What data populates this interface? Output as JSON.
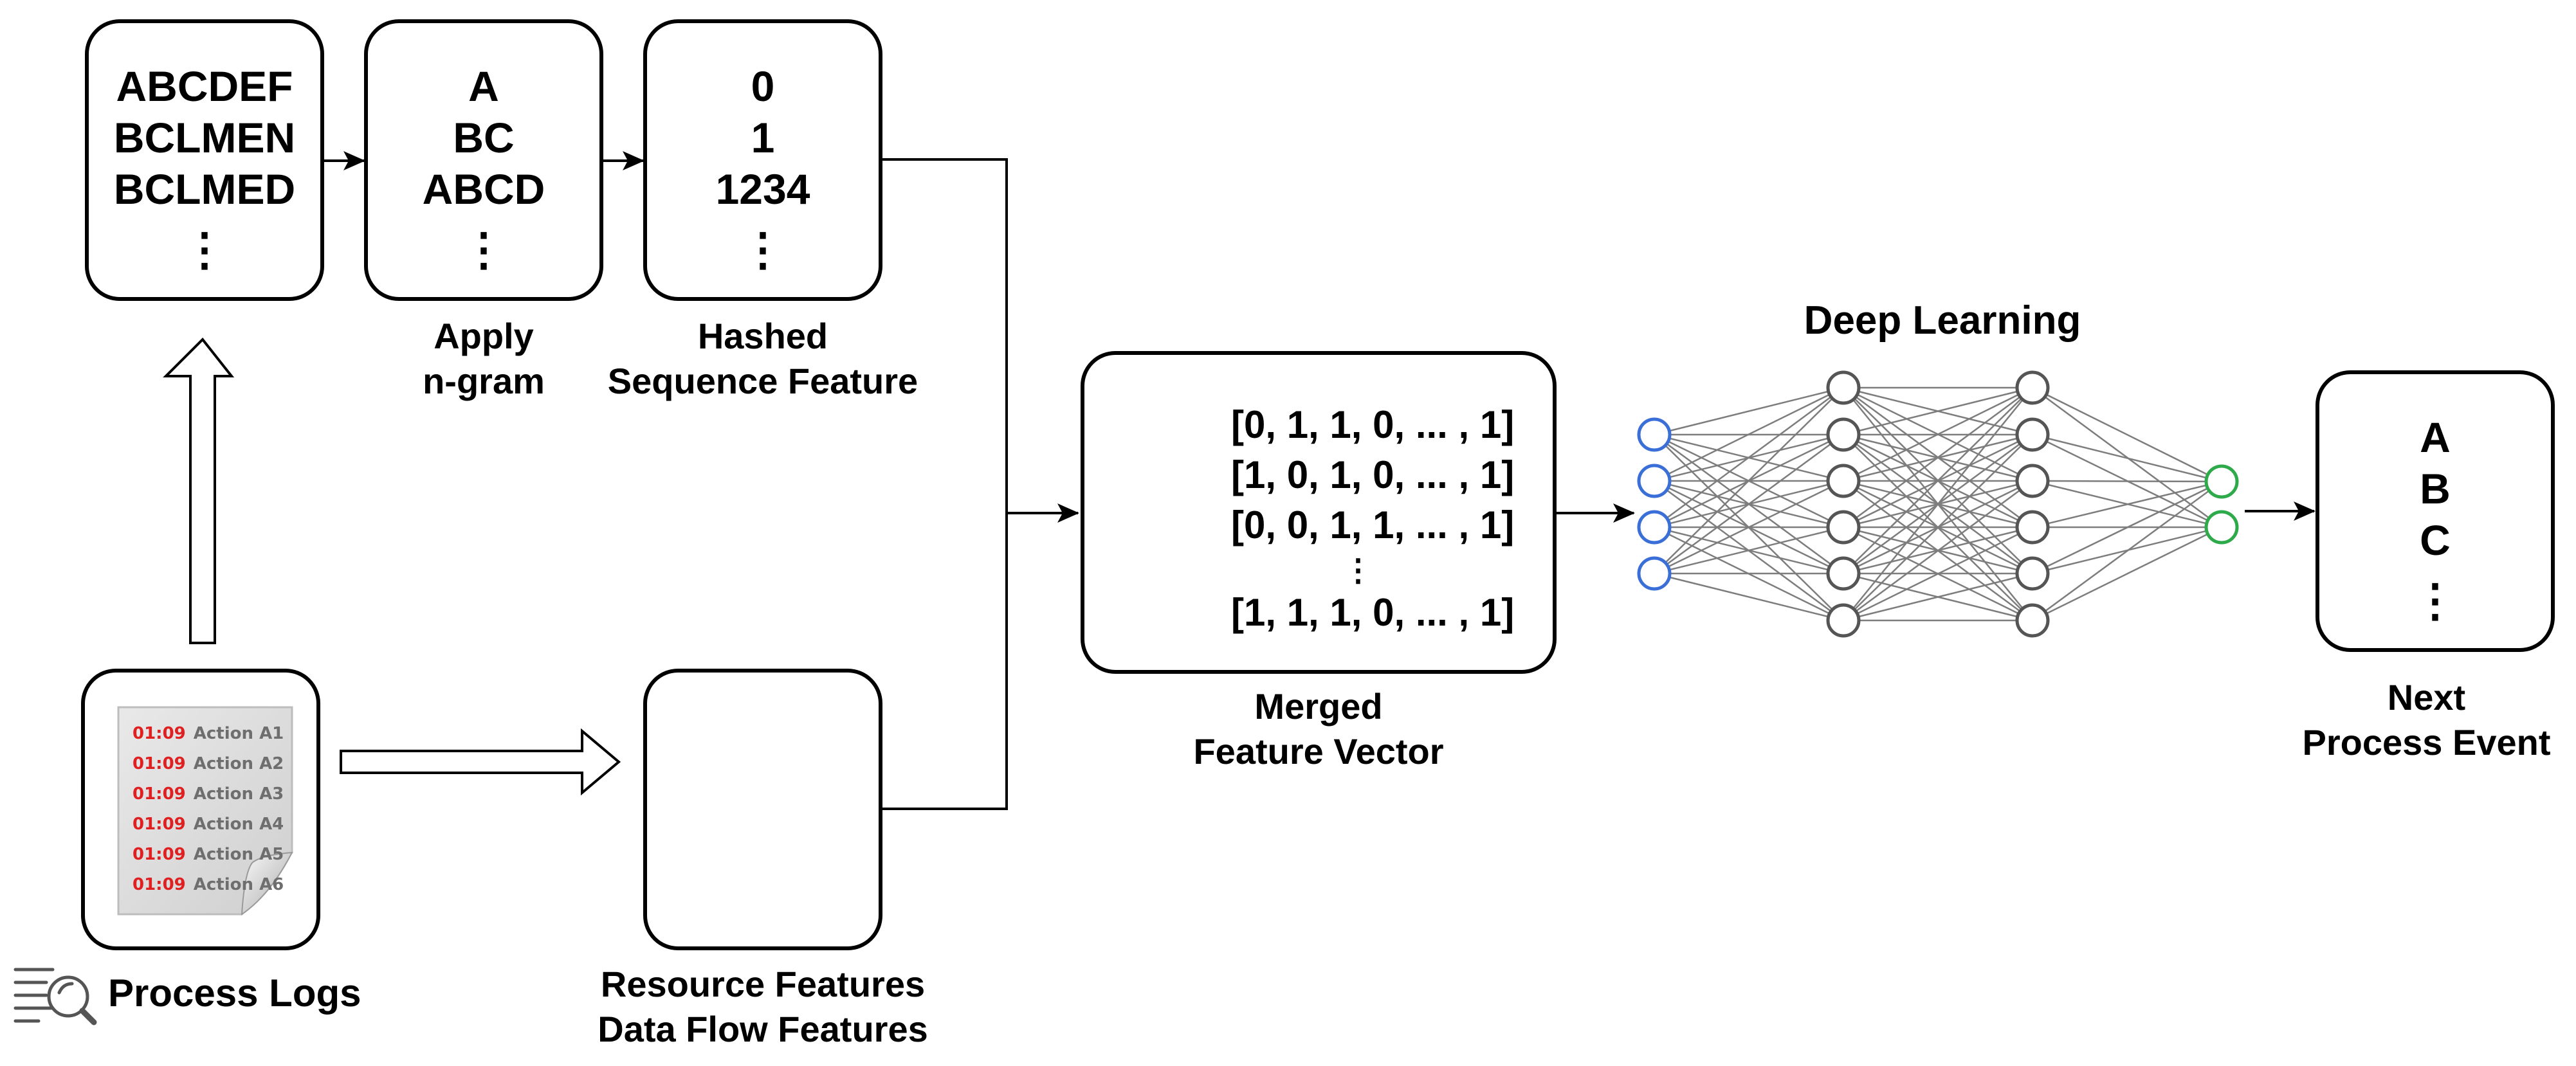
{
  "sequence_box": {
    "lines": [
      "ABCDEF",
      "BCLMEN",
      "BCLMED"
    ],
    "ellipsis": "⋮"
  },
  "ngram_box": {
    "lines": [
      "A",
      "BC",
      "ABCD"
    ],
    "ellipsis": "⋮",
    "caption": [
      "Apply",
      "n-gram"
    ]
  },
  "hash_box": {
    "lines": [
      "0",
      "1",
      "1234"
    ],
    "ellipsis": "⋮",
    "caption": [
      "Hashed",
      "Sequence Feature"
    ]
  },
  "merged_box": {
    "vectors": [
      "[0, 1, 1, 0, ... , 1]",
      "[1, 0, 1, 0, ... , 1]",
      "[0, 0, 1, 1, ... , 1]",
      "[1, 1, 1, 0, ... , 1]"
    ],
    "ellipsis": "⋮",
    "caption": [
      "Merged",
      "Feature Vector"
    ]
  },
  "network": {
    "title": "Deep Learning",
    "input_color": "#3a6fd8",
    "output_color": "#2eaa4a"
  },
  "output_box": {
    "lines": [
      "A",
      "B",
      "C"
    ],
    "ellipsis": "⋮",
    "caption": [
      "Next",
      "Process Event"
    ]
  },
  "logs": {
    "entries": [
      {
        "time": "01:09",
        "text": "Action A1"
      },
      {
        "time": "01:09",
        "text": "Action A2"
      },
      {
        "time": "01:09",
        "text": "Action A3"
      },
      {
        "time": "01:09",
        "text": "Action A4"
      },
      {
        "time": "01:09",
        "text": "Action A5"
      },
      {
        "time": "01:09",
        "text": "Action A6"
      }
    ],
    "label": "Process Logs",
    "icon": "log-search-icon"
  },
  "resource_box": {
    "caption": [
      "Resource Features",
      "Data Flow Features"
    ],
    "icon": "org-hierarchy-icon"
  }
}
